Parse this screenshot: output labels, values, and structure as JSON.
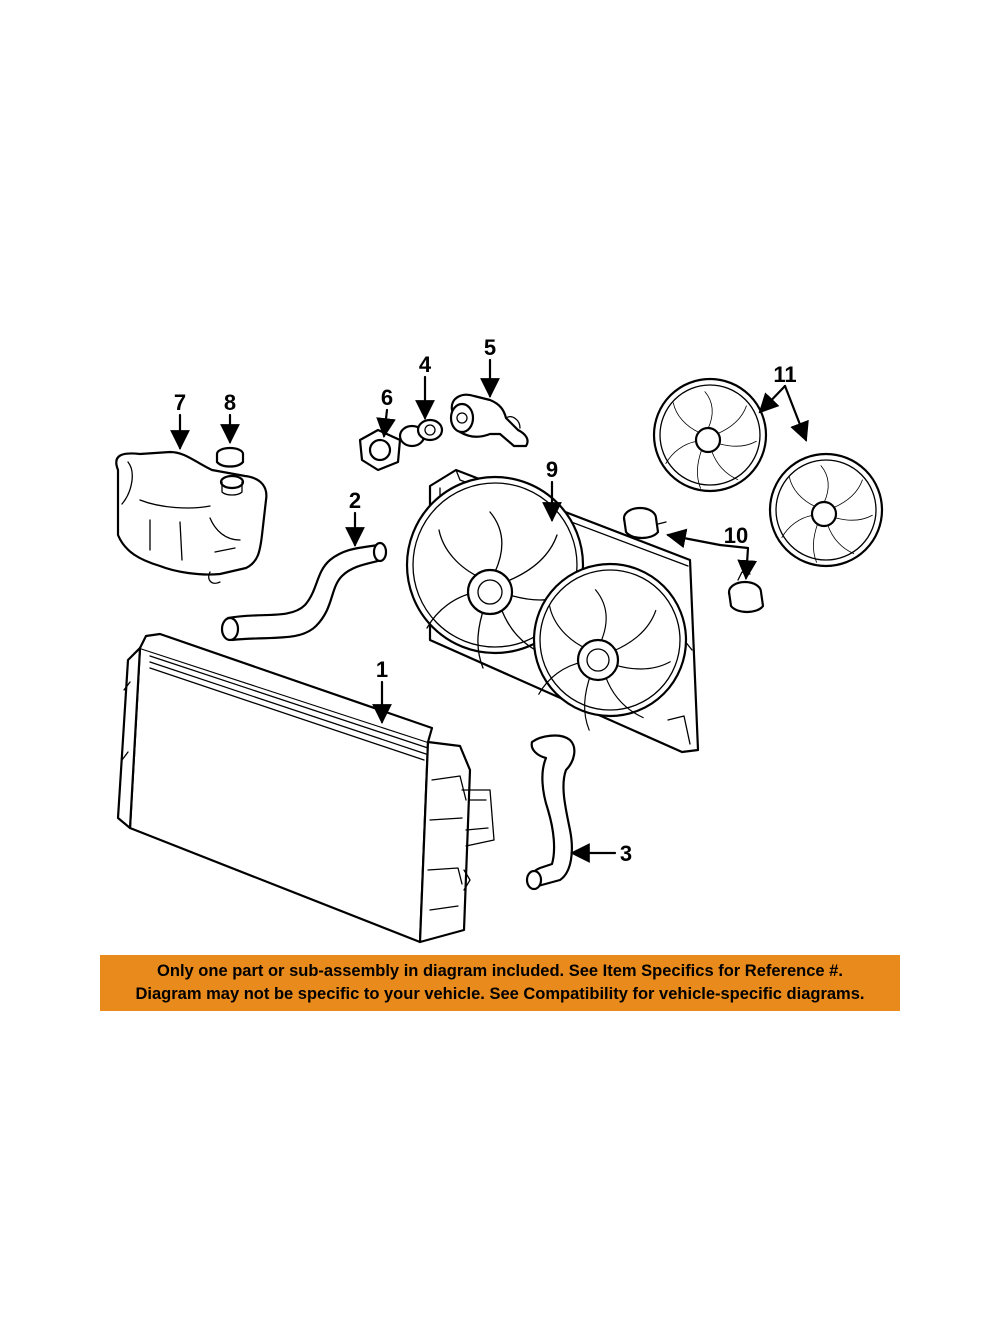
{
  "callouts": {
    "c1": "1",
    "c2": "2",
    "c3": "3",
    "c4": "4",
    "c5": "5",
    "c6": "6",
    "c7": "7",
    "c8": "8",
    "c9": "9",
    "c10": "10",
    "c11": "11"
  },
  "notice": {
    "line1": "Only one part or sub-assembly in diagram included. See Item Specifics for Reference #.",
    "line2": "Diagram may not be specific to your vehicle. See Compatibility for vehicle-specific diagrams.",
    "background_color": "#e98a1c"
  },
  "parts": [
    "radiator",
    "upper-radiator-hose",
    "lower-radiator-hose",
    "thermostat",
    "thermostat-housing",
    "thermostat-gasket",
    "coolant-reservoir",
    "reservoir-cap",
    "fan-shroud-assembly",
    "fan-motor",
    "fan-blade"
  ]
}
